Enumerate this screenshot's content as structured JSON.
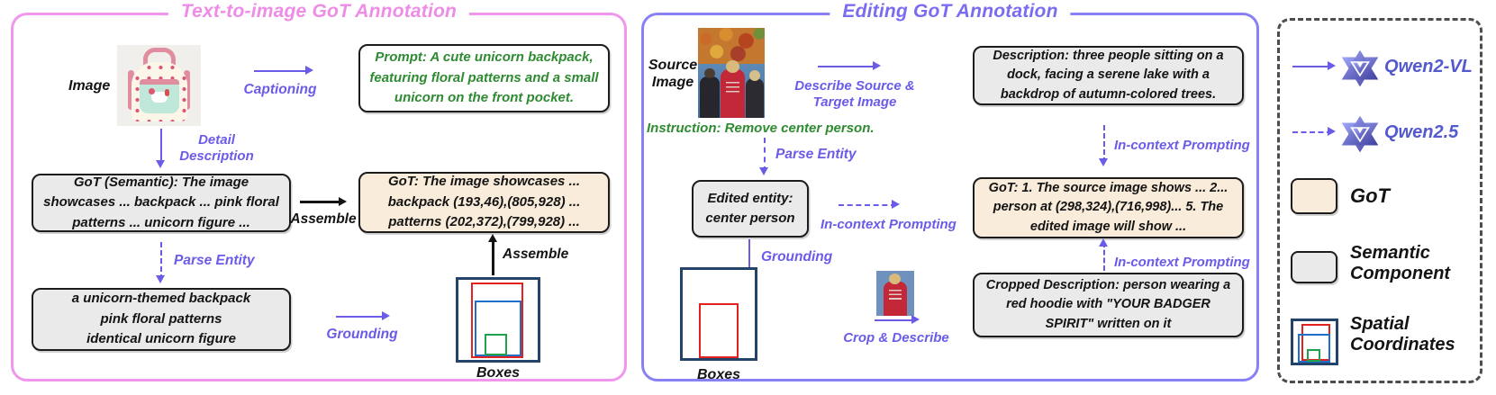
{
  "t2i": {
    "title": "Text-to-image GoT Annotation",
    "image_label": "Image",
    "captioning": "Captioning",
    "prompt": "Prompt: A cute unicorn backpack, featuring floral patterns and a small unicorn on the front pocket.",
    "detail": "Detail Description",
    "got_semantic": "GoT (Semantic): The image showcases ... backpack ... pink floral patterns ... unicorn figure ...",
    "assemble": "Assemble",
    "got": "GoT: The image showcases ... backpack (193,46),(805,928) ... patterns (202,372),(799,928) ...",
    "parse_entity": "Parse Entity",
    "entities": [
      "a unicorn-themed backpack",
      "pink floral patterns",
      "identical unicorn figure"
    ],
    "grounding": "Grounding",
    "boxes": "Boxes"
  },
  "edit": {
    "title": "Editing GoT Annotation",
    "source_image": "Source Image",
    "instruction": "Instruction: Remove center person.",
    "describe": "Describe Source & Target Image",
    "description": "Description: three people sitting on a dock, facing a serene lake with a backdrop of autumn-colored trees.",
    "parse_entity": "Parse Entity",
    "in_context": "In-context Prompting",
    "edited_entity": "Edited entity: center person",
    "got": "GoT: 1. The source image shows ... 2... person at (298,324),(716,998)... 5. The edited image will show ...",
    "grounding": "Grounding",
    "crop": "Crop & Describe",
    "cropped": "Cropped Description: person wearing a red hoodie with \"YOUR BADGER SPIRIT\" written on it",
    "boxes": "Boxes"
  },
  "legend": {
    "qwen2vl": "Qwen2-VL",
    "qwen25": "Qwen2.5",
    "got": "GoT",
    "semantic": "Semantic Component",
    "spatial": "Spatial Coordinates"
  },
  "colors": {
    "pink": "#ee8ce6",
    "purple": "#6a5be8",
    "green": "#2e8b31",
    "tan": "#f9ecdb",
    "gray": "#eaeaea",
    "navy": "#24436b",
    "red": "#e3211f",
    "blue": "#1f6fc9",
    "box_green": "#1fa24d"
  }
}
